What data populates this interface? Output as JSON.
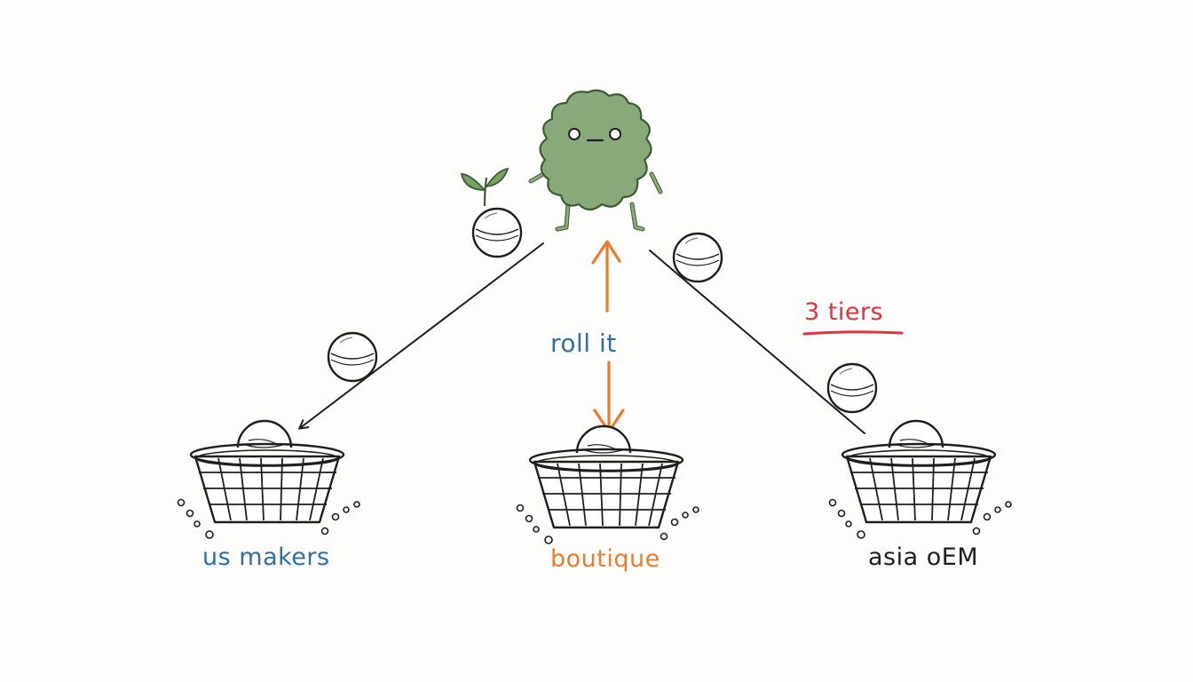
{
  "diagram": {
    "labels": {
      "center_arrow": "roll it",
      "annotation": "3 tiers"
    },
    "baskets": [
      {
        "id": "us-makers",
        "label": "us makers"
      },
      {
        "id": "boutique",
        "label": "boutique"
      },
      {
        "id": "asia-oem",
        "label": "asia oEM"
      }
    ],
    "colors": {
      "character": "#8aa97a",
      "character_outline": "#3d5a36",
      "leaf": "#7aa060",
      "ink": "#1e1e1e",
      "blue": "#2f6fa6",
      "orange": "#ee7a2c",
      "red": "#e0343a"
    },
    "icons": [
      "green-blob-character",
      "sprout",
      "ball",
      "basket",
      "arrow"
    ]
  }
}
